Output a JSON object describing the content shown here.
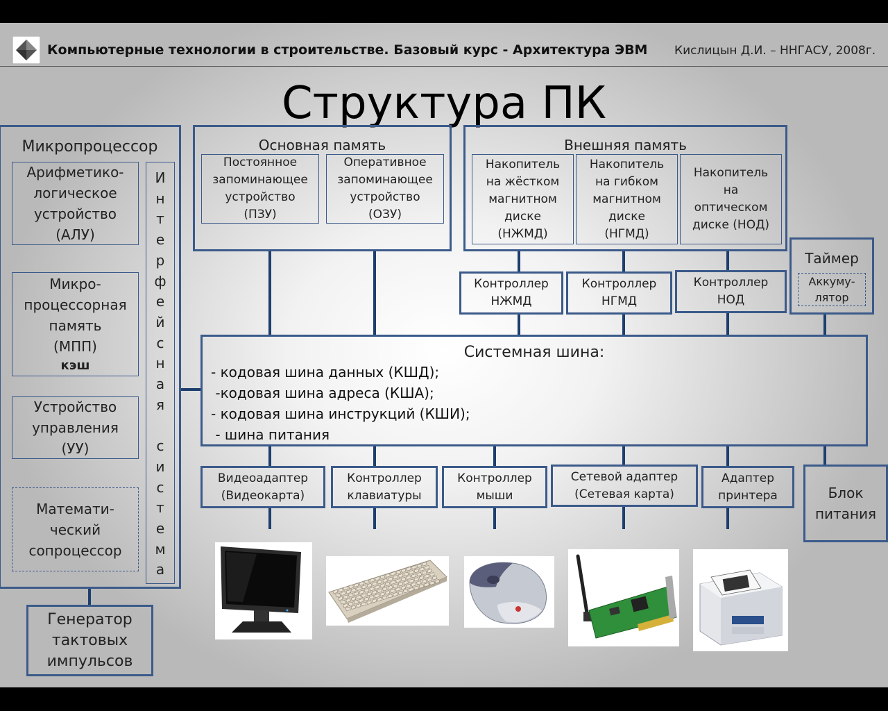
{
  "header": {
    "left_title": "Компьютерные технологии в строительстве. Базовый курс - Архитектура ЭВМ",
    "right_author": "Кислицын Д.И. – ННГАСУ, 2008г."
  },
  "title": "Структура ПК",
  "colors": {
    "box_border": "#3b5a8a",
    "connector": "#1d3f6e"
  },
  "microprocessor": {
    "label": "Микропроцессор",
    "alu": "Арифметико-\nлогическое\nустройство\n(АЛУ)",
    "mpp": "Микро-\nпроцессорная\nпамять\n(МПП)",
    "mpp_cache": "кэш",
    "cu": "Устройство\nуправления\n(УУ)",
    "fpu": "Математи-\nческий\nсопроцессор",
    "interface_letters": [
      "И",
      "н",
      "т",
      "е",
      "р",
      "ф",
      "е",
      "й",
      "с",
      "н",
      "а",
      "я",
      "",
      "с",
      "и",
      "с",
      "т",
      "е",
      "м",
      "а"
    ]
  },
  "clock_generator": "Генератор\nтактовых\nимпульсов",
  "main_memory": {
    "label": "Основная память",
    "rom": "Постоянное\nзапоминающее\nустройство\n(ПЗУ)",
    "ram": "Оперативное\nзапоминающее\nустройство\n(ОЗУ)"
  },
  "external_memory": {
    "label": "Внешняя память",
    "hdd": "Накопитель\nна жёстком\nмагнитном\nдиске\n(НЖМД)",
    "fdd": "Накопитель\nна гибком\nмагнитном\nдиске\n(НГМД)",
    "odd": "Накопитель\nна\nоптическом\nдиске (НОД)"
  },
  "controllers": {
    "hdd": "Контроллер\nНЖМД",
    "fdd": "Контроллер\nНГМД",
    "odd": "Контроллер\nНОД"
  },
  "timer": {
    "label": "Таймер",
    "battery": "Аккуму-\nлятор"
  },
  "system_bus": {
    "label": "Системная шина:",
    "lines": [
      "- кодовая шина данных (КШД);",
      " -кодовая шина адреса (КША);",
      "- кодовая шина инструкций (КШИ);",
      " - шина питания"
    ]
  },
  "adapters": {
    "video": "Видеоадаптер\n(Видеокарта)",
    "keyboard": "Контроллер\nклавиатуры",
    "mouse": "Контроллер\nмыши",
    "network": "Сетевой адаптер\n(Сетевая карта)",
    "printer": "Адаптер\nпринтера"
  },
  "power_supply": "Блок\nпитания",
  "devices": [
    "monitor-icon",
    "keyboard-icon",
    "mouse-icon",
    "network-card-icon",
    "printer-icon"
  ]
}
